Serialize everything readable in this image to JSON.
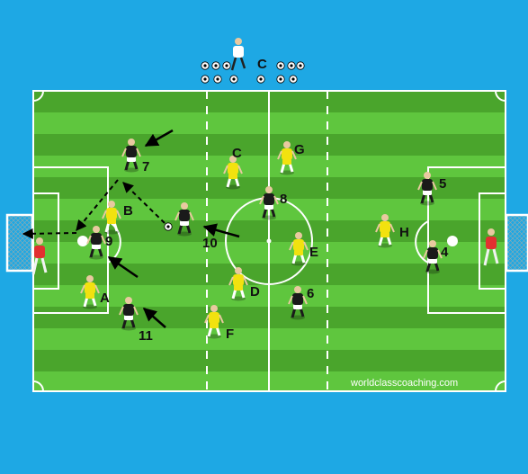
{
  "diagram": {
    "watermark": "worldclasscoaching.com",
    "colors": {
      "background": "#1ea8e4",
      "grass_light": "#5fc63e",
      "grass_dark": "#4aa52c",
      "lines": "#ffffff",
      "black_team": "#1a1a1a",
      "yellow_team": "#f2e20f",
      "goalkeeper": "#e23030"
    },
    "coach_label": "C",
    "black_team_labels": [
      "7",
      "9",
      "10",
      "11",
      "8",
      "6",
      "5",
      "4"
    ],
    "yellow_team_labels": [
      "B",
      "A",
      "C",
      "G",
      "E",
      "D",
      "F",
      "H"
    ],
    "goalkeeper_count": 2,
    "ball_stock_count": 12
  }
}
